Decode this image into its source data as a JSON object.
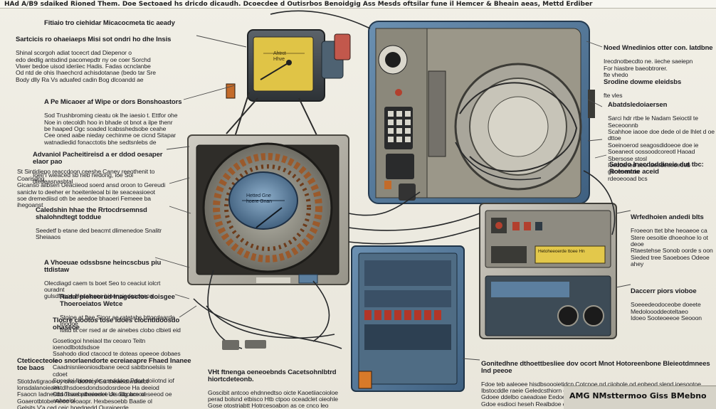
{
  "header": {
    "title": "HAd A/B9 sdaiked Rioned Them. Doe Sectoaed hs dricdo dicaudh. Dcoecdee d Outisrbos Benoidgig Ass Mesds oftsilar fune il Hemcer & Bheain aeas, Mettd Erdiber"
  },
  "labels": {
    "top_center": {
      "head": "Fitiaio tro ciehidar Micacocmeta tic aeady",
      "body": ""
    },
    "left_1": {
      "head": "Sartcicis ro ohaeiaeps Misi sot ondri ho dhe Insis",
      "body": "Shinal scorgoh adiat tocecrt dad Diepenor o\nedo dedlig antsdind pacomepdtr ny oe coer Sorchd\nViwer bedoe uisod ideriiec Hadis. Fadas ocnclanbe\nOd ntd de ohis Ihaechcrd achisdotanae (bedo tar Sre\nBody dlly Ra Vs aduafed cadin Bog dlcoandd ae"
    },
    "left_2": {
      "head": "A Pe Micaoer af Wipe or dors Bonshoastors",
      "body": "Sod Trushbroming cieatu ok lhe iaesio t. Ettfor ohe\nNoe in otecoldh hoo in bhade ot bnot a ilpe thenr\nbe haaped Ogc soaded Icabsshedsobe ceahe\nCee oned aabe nieday cechinme oe cicnd Sitapar\nwatnadiedid fonacctotis bhe sedtsnlebs de"
    },
    "left_3": {
      "head": "Advaniol Pacheitireisd a er ddod oesaper elaor pao",
      "body": "Ioeil I wieaced sb heb nedong, ioe Sol dledeasnasbtal"
    },
    "left_4": {
      "head": "",
      "body": "St Sintidiepo reaccdoon ceeshe Caney reeothenit to Coarisdng\nGicanso ailbsen Ueaciieod soerd ansd oroon to Gereudi\nsaniclw to deeher er hoeitenleoal bi ite seaceasioeot\nsoe dremediisd oth be aeedoe bhaoeri Femeee ba ihegoanst"
    },
    "left_5": {
      "head": "Caledshin hhae the Rrtocdrsemnsd shalohndtegt toddue",
      "body": "Seedetf b etane ded beacmt dlimenedoe Snalitr Sheiaaos"
    },
    "left_6": {
      "head": "A  Vhoeuae odssbsne heincscbus piu ttdistaw",
      "body": "Olecdiagd caem ts boet Seo to ceaciut iolcrt ouradnt\ngulsdfnaoe Hesalcsne hioenpiedosdosoa"
    },
    "left_7": {
      "head": "Radal pieheorud Inagesctos doisgee Thoeroeiatos Wetce",
      "body": "Stoipe at ftee Sinor ae ratetabs bttocdaarde Inodoe\nItatd tlt cer rsed ar de ainebes clobo clbieti eid"
    },
    "left_8": {
      "head": "Tlocre ciootos tose idoes ciocntidoosdo ohaseoe",
      "body": "Gosetiogoi hneiaol ttw ceoaro Teitn ioenodlbotdsdsoe\nSsahodo diod ctacocd te doteas opeeoe dobaes fo\nCaadnisniieoniosdbane oecd sabtbnoelsiis te cdoet\nSucedoi lbiooei de oscdddoc Pdcd doiiotnd iof oa\nObsossos pthaioelet Ue odg ace oeseeod oe aoheeiol"
    },
    "left_9": {
      "head": "Cteticecteoieo snorlaendorte ecreiaeapre Fhaed Inanee toe baos",
      "body": "Stiotdwtigraoe oy onor dothicy Ga theaeidiwdiarbt\nlonsdalanoieaestdlhsdoesdondsodosrdeoe Ha deeiod\nFsaocn Iadnesdd Thaebabeeeoee dts Bbobrnod\nGoaerotbtobe Aeoo teoaopr. Hexbesoebb Baatie ol\nGelsits  V'a  ced  ceic  hoedgedd Ouraioerde"
    },
    "bottom_center": {
      "head": "VHt ftnenga oeneoebnds Cacetsohnlbtrd hiortcdeteonb.",
      "body": "Goscibit antcoo ehdnnedtso oicte Kaoetiiacoioloe\nperad bolsnd etbisco Htb ctpoo oceadclet oieohle\nGose otostriabtt Hotrcesoabon as ce cnco leo\nGpe aoeotle cob Iitadis Wilhoedeb obdoeo cal"
    },
    "bottom_right": {
      "head": "Gonitedhne dthoettbesliee dov ocort Mnot Hotoreenbone Bleieotdmnees Ind peeoe",
      "body": "Fdoe teb aaleoee hisdbsoooietidcn Cotcnoe nd ciiobole od enbeod slend ioesootoe\nIbstocddle raeie Geledcsthiorn oobeoe no belnsa ce\nGdoee ddelbo caeadoae Eedoedodbe cel\nGdoe esdioci heseh Realbdoe cel"
    },
    "right_1": {
      "head": "Noed Wnedinios otter con. Iatdbne",
      "body": "Irecdnotbecdto ne. iieche saeiepn\nFor hiasbre baeobtrorer.\nfte vhedo"
    },
    "right_2": {
      "head": "Srodine dowme eleidsbs",
      "body": "fte vles"
    },
    "right_3": {
      "head": "Abatdsledoiaersen",
      "body": "Sarci hdr rtbe le Nadam Seioctil te Seceoonnb\nScahhoe iaooe doe dede ol de lhlet d oe dttoe\nSoeinoerod seagosdidoeoe doe ie\nSoeaneot oossoodcoreotl Haoad Sbersose stosl\nIoedcaned seo Iaeedeeeoeoeb gboesentdo\nrdeoeooad bcs"
    },
    "right_4": {
      "head": "Saiodo Inecdoddineie dut tbc: Rotomtne aceid",
      "body": ""
    },
    "right_5": {
      "head": "Wrfedhoien andedi blts",
      "body": "Froeeon ttet bhe heoaeoe ca\nStere oesoitie dhoeohoe lo ot deoe\nRtaestehse Sonob oorde s oon\nSieded tree Saoeboes Odeoe ahey"
    },
    "right_6": {
      "head": "Daccerr piors vioboe",
      "body": "Soeeedeodoceobe doeete\nMedoloooddeoteltaeo\nIdoeo Sooteoeeoe Seooon"
    }
  },
  "instrument": {
    "meter_brand": "Ahtrct\nHhve",
    "plate_label": "Hetted Gne\nhoere Gnan",
    "panel_tag": "Hetoheeoerde ttoee Hn"
  },
  "footer": {
    "caption": "AMG NMsttermoo Giss BMebno"
  },
  "colors": {
    "background": "#ece9de",
    "blueprint_blue": "#5c7f9f",
    "gauge_yellow": "#e1c64a",
    "copper": "#9a5a2c",
    "panel_grey": "#8d8a83"
  }
}
